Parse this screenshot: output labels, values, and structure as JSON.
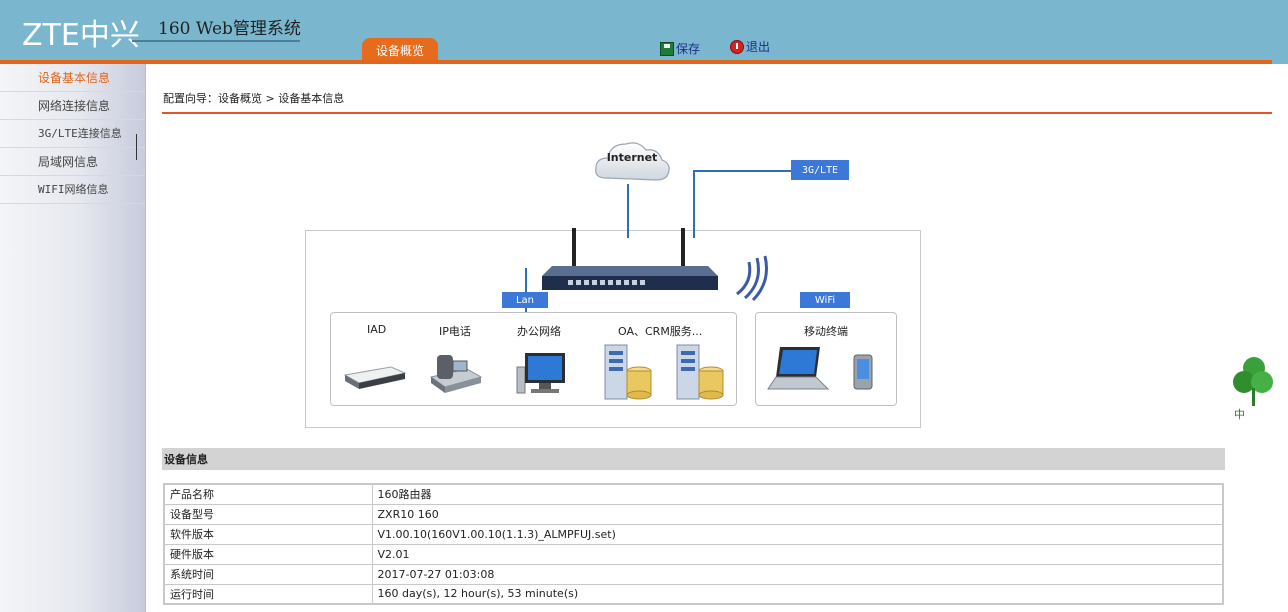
{
  "header": {
    "logo_en": "ZTE",
    "logo_cn": "中兴",
    "system_title": "160 Web管理系统",
    "active_tab": "设备概览",
    "save_label": "保存",
    "logout_label": "退出",
    "colors": {
      "header_bg": "#7ab7cf",
      "accent": "#e2661b"
    }
  },
  "sidebar": {
    "items": [
      {
        "label": "设备基本信息",
        "active": true
      },
      {
        "label": "网络连接信息",
        "active": false
      },
      {
        "label": "3G/LTE连接信息",
        "active": false
      },
      {
        "label": "局域网信息",
        "active": false
      },
      {
        "label": "WIFI网络信息",
        "active": false
      }
    ]
  },
  "breadcrumb": "配置向导：设备概览 > 设备基本信息",
  "diagram": {
    "internet": "Internet",
    "lte": "3G/LTE",
    "lan": "Lan",
    "wifi": "WiFi",
    "lan_devices": [
      "IAD",
      "IP电话",
      "办公网络",
      "OA、CRM服务..."
    ],
    "wifi_devices": [
      "移动终端"
    ]
  },
  "device_info": {
    "title": "设备信息",
    "rows": [
      {
        "key": "产品名称",
        "value": "160路由器"
      },
      {
        "key": "设备型号",
        "value": "ZXR10 160"
      },
      {
        "key": "软件版本",
        "value": "V1.00.10(160V1.00.10(1.1.3)_ALMPFUJ.set)"
      },
      {
        "key": "硬件版本",
        "value": "V2.01"
      },
      {
        "key": "系统时间",
        "value": "2017-07-27 01:03:08"
      },
      {
        "key": "运行时间",
        "value": "160 day(s), 12 hour(s), 53 minute(s)"
      }
    ]
  },
  "decoration": {
    "clover_text": "中"
  }
}
